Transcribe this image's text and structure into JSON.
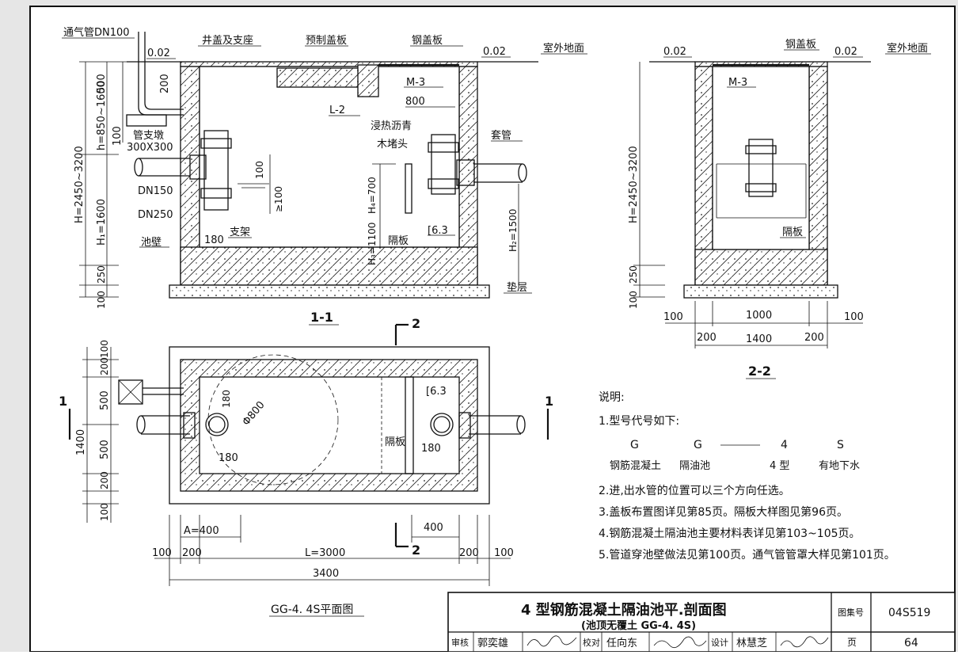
{
  "section11": {
    "vent": "通气管DN100",
    "manhole": "井盖及支座",
    "precast": "预制盖板",
    "steel": "钢盖板",
    "lvl_left": "0.02",
    "lvl_right": "0.02",
    "ground": "室外地面",
    "d500": "500",
    "d200": "200",
    "d100": "100",
    "pier": "管支墩",
    "pier_size": "300X300",
    "h_range": "h=850~1600",
    "H_range": "H=2450~3200",
    "H1": "H₁=1600",
    "d100b": "100",
    "d250": "250",
    "d100c": "100",
    "m3": "M-3",
    "l2": "L-2",
    "d800": "800",
    "asphalt": "浸热沥青",
    "plug": "木堵头",
    "sleeve": "套管",
    "dn150": "DN150",
    "dn250": "DN250",
    "d100v": "100",
    "ge100": "≥100",
    "H3": "H₃=1100",
    "H4": "H₄=700",
    "partition": "隔板",
    "c63": "[6.3",
    "H2": "H₂=1500",
    "d180": "180",
    "support": "支架",
    "wall": "池壁",
    "bedding": "垫层",
    "label": "1-1"
  },
  "section22": {
    "lvl_left": "0.02",
    "steel": "钢盖板",
    "lvl_right": "0.02",
    "ground": "室外地面",
    "m3": "M-3",
    "H_range": "H=2450~3200",
    "partition": "隔板",
    "d250": "250",
    "d100": "100",
    "w100l": "100",
    "w1000": "1000",
    "w100r": "100",
    "w200l": "200",
    "w1400": "1400",
    "w200r": "200",
    "label": "2-2"
  },
  "plan": {
    "cut2_top": "2",
    "cut2_bottom": "2",
    "cut1_left": "1",
    "cut1_right": "1",
    "d100": "100",
    "d200": "200",
    "d500": "500",
    "d1400": "1400",
    "d500b": "500",
    "d200b": "200",
    "d100b": "100",
    "r180a": "180",
    "phi800": "Φ800",
    "r180b": "180",
    "c63": "[6.3",
    "partition": "隔板",
    "r180c": "180",
    "A": "A=400",
    "d400": "400",
    "b100l": "100",
    "b200l": "200",
    "L": "L=3000",
    "b200r": "200",
    "b100r": "100",
    "b3400": "3400",
    "title": "GG-4. 4S平面图"
  },
  "notes": {
    "heading": "说明:",
    "n1": "1.型号代号如下:",
    "c1": "G",
    "c2": "G",
    "c3": "4",
    "c4": "S",
    "m1": "钢筋混凝土",
    "m2": "隔油池",
    "m3": "4 型",
    "m4": "有地下水",
    "n2": "2.进,出水管的位置可以三个方向任选。",
    "n3": "3.盖板布置图详见第85页。隔板大样图见第96页。",
    "n4": "4.钢筋混凝土隔油池主要材料表详见第103~105页。",
    "n5": "5.管道穿池壁做法见第100页。通气管管罩大样见第101页。"
  },
  "titleblock": {
    "title": "4 型钢筋混凝土隔油池平.剖面图",
    "subtitle": "(池顶无覆土 GG-4. 4S)",
    "atlas_label": "图集号",
    "atlas_no": "04S519",
    "page_label": "页",
    "page_no": "64",
    "review_label": "审核",
    "review_name": "郭奕雄",
    "check_label": "校对",
    "check_name": "任向东",
    "design_label": "设计",
    "design_name": "林慧芝"
  },
  "colors": {
    "ink": "#111111",
    "paper": "#ffffff",
    "frame_shadow": "#dddddd"
  }
}
